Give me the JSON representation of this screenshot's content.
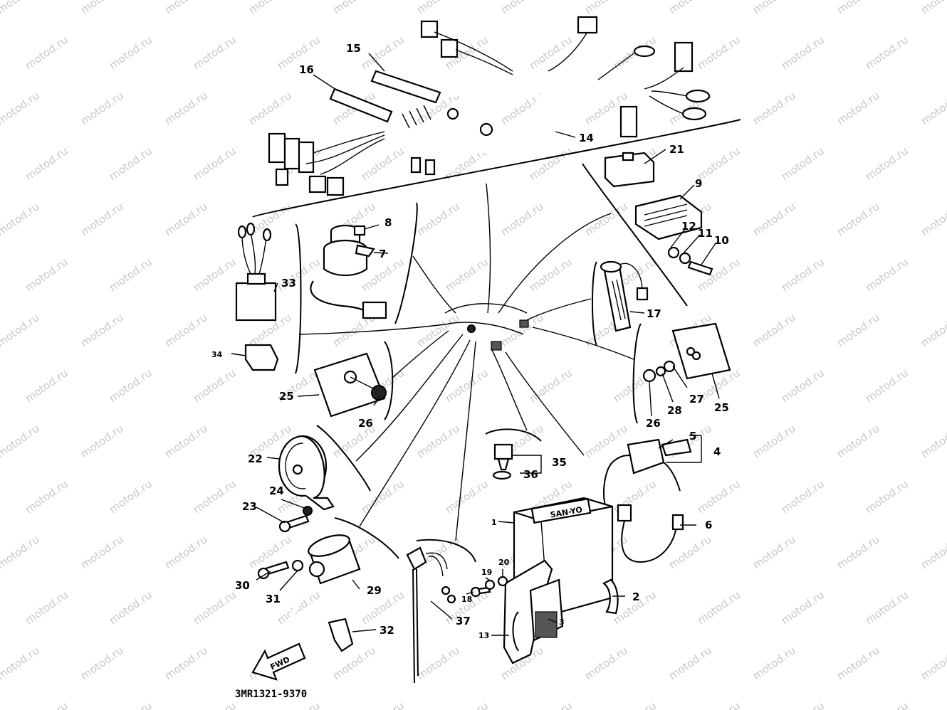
{
  "diagram": {
    "code": "3MR1321-9370",
    "fwd_label": "FWD",
    "watermark": "motod.ru",
    "battery_label": "SAN-YO",
    "callouts": [
      {
        "id": "c15",
        "text": "15"
      },
      {
        "id": "c16",
        "text": "16"
      },
      {
        "id": "c14",
        "text": "14"
      },
      {
        "id": "c21",
        "text": "21"
      },
      {
        "id": "c9",
        "text": "9"
      },
      {
        "id": "c12",
        "text": "12"
      },
      {
        "id": "c11",
        "text": "11"
      },
      {
        "id": "c10",
        "text": "10"
      },
      {
        "id": "c8",
        "text": "8"
      },
      {
        "id": "c7",
        "text": "7"
      },
      {
        "id": "c33",
        "text": "33"
      },
      {
        "id": "c34",
        "text": "34"
      },
      {
        "id": "c17",
        "text": "17"
      },
      {
        "id": "c25a",
        "text": "25"
      },
      {
        "id": "c26a",
        "text": "26"
      },
      {
        "id": "c27",
        "text": "27"
      },
      {
        "id": "c28",
        "text": "28"
      },
      {
        "id": "c25b",
        "text": "25"
      },
      {
        "id": "c26b",
        "text": "26"
      },
      {
        "id": "c5",
        "text": "5"
      },
      {
        "id": "c4",
        "text": "4"
      },
      {
        "id": "c22",
        "text": "22"
      },
      {
        "id": "c35",
        "text": "35"
      },
      {
        "id": "c36",
        "text": "36"
      },
      {
        "id": "c24",
        "text": "24"
      },
      {
        "id": "c23",
        "text": "23"
      },
      {
        "id": "c1",
        "text": "1"
      },
      {
        "id": "c6",
        "text": "6"
      },
      {
        "id": "c30",
        "text": "30"
      },
      {
        "id": "c31",
        "text": "31"
      },
      {
        "id": "c29",
        "text": "29"
      },
      {
        "id": "c18",
        "text": "18"
      },
      {
        "id": "c19",
        "text": "19"
      },
      {
        "id": "c20",
        "text": "20"
      },
      {
        "id": "c2",
        "text": "2"
      },
      {
        "id": "c37",
        "text": "37"
      },
      {
        "id": "c3",
        "text": "3"
      },
      {
        "id": "c13",
        "text": "13"
      },
      {
        "id": "c32",
        "text": "32"
      }
    ]
  }
}
